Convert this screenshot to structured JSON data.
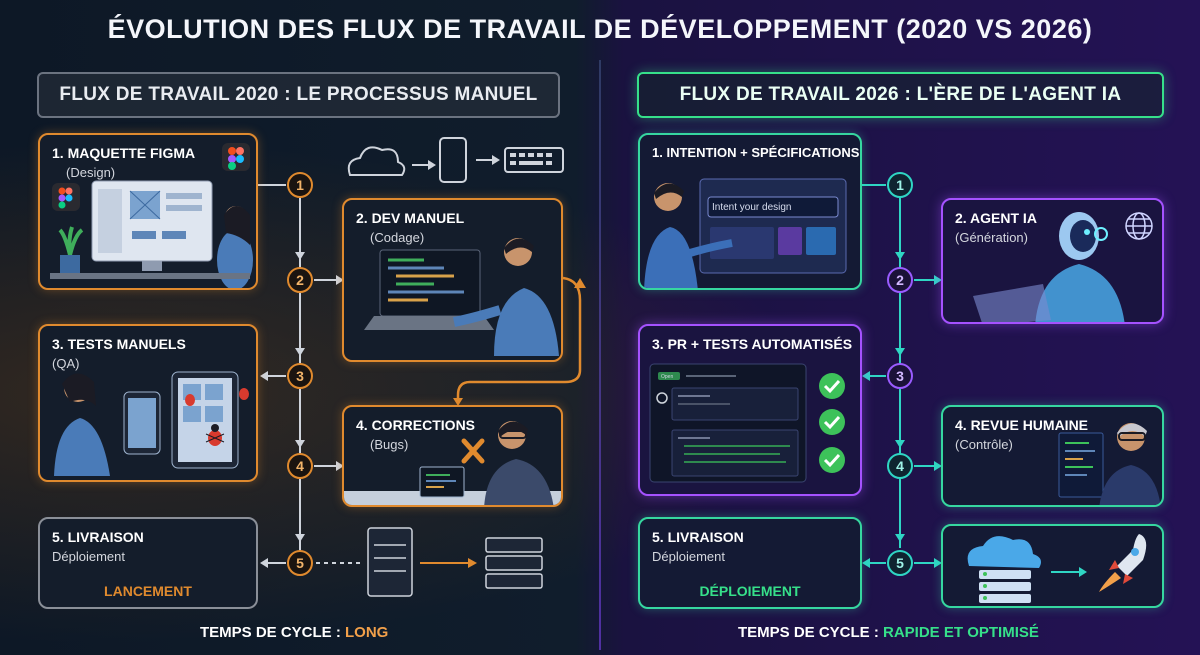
{
  "title": "ÉVOLUTION DES FLUX DE TRAVAIL DE DÉVELOPPEMENT (2020 VS 2026)",
  "left": {
    "header": "FLUX DE TRAVAIL 2020 : LE PROCESSUS MANUEL",
    "steps": [
      {
        "title": "1. MAQUETTE FIGMA",
        "sub": "(Design)"
      },
      {
        "title": "2. DEV MANUEL",
        "sub": "(Codage)"
      },
      {
        "title": "3. TESTS MANUELS",
        "sub": "(QA)"
      },
      {
        "title": "4. CORRECTIONS",
        "sub": "(Bugs)"
      },
      {
        "title": "5. LIVRAISON",
        "sub": "Déploiement",
        "tag": "LANCEMENT"
      }
    ],
    "numbers": [
      "1",
      "2",
      "3",
      "4",
      "5"
    ],
    "footer_label": "TEMPS DE CYCLE : ",
    "footer_value": "LONG"
  },
  "right": {
    "header": "FLUX DE TRAVAIL 2026 : L'ÈRE DE L'AGENT IA",
    "steps": [
      {
        "title": "1. INTENTION + SPÉCIFICATIONS",
        "sub": "",
        "input": "Intent your design"
      },
      {
        "title": "2. AGENT IA",
        "sub": "(Génération)"
      },
      {
        "title": "3. PR + TESTS AUTOMATISÉS",
        "sub": ""
      },
      {
        "title": "4. REVUE HUMAINE",
        "sub": "(Contrôle)"
      },
      {
        "title": "5. LIVRAISON",
        "sub": "Déploiement",
        "tag": "DÉPLOIEMENT"
      }
    ],
    "numbers": [
      "1",
      "2",
      "3",
      "4",
      "5"
    ],
    "footer_label": "TEMPS DE CYCLE : ",
    "footer_value": "RAPIDE ET OPTIMISÉ"
  },
  "colors": {
    "orange": "#e08a2e",
    "green": "#36e08a",
    "purple": "#a552ff",
    "teal": "#2fd6c4"
  },
  "icons": [
    "cloud-icon",
    "phone-icon",
    "keyboard-icon",
    "figma-icon",
    "bug-icon",
    "wrench-icon",
    "server-icon",
    "globe-icon",
    "robot-icon",
    "check-icon",
    "rocket-icon",
    "github-icon"
  ]
}
